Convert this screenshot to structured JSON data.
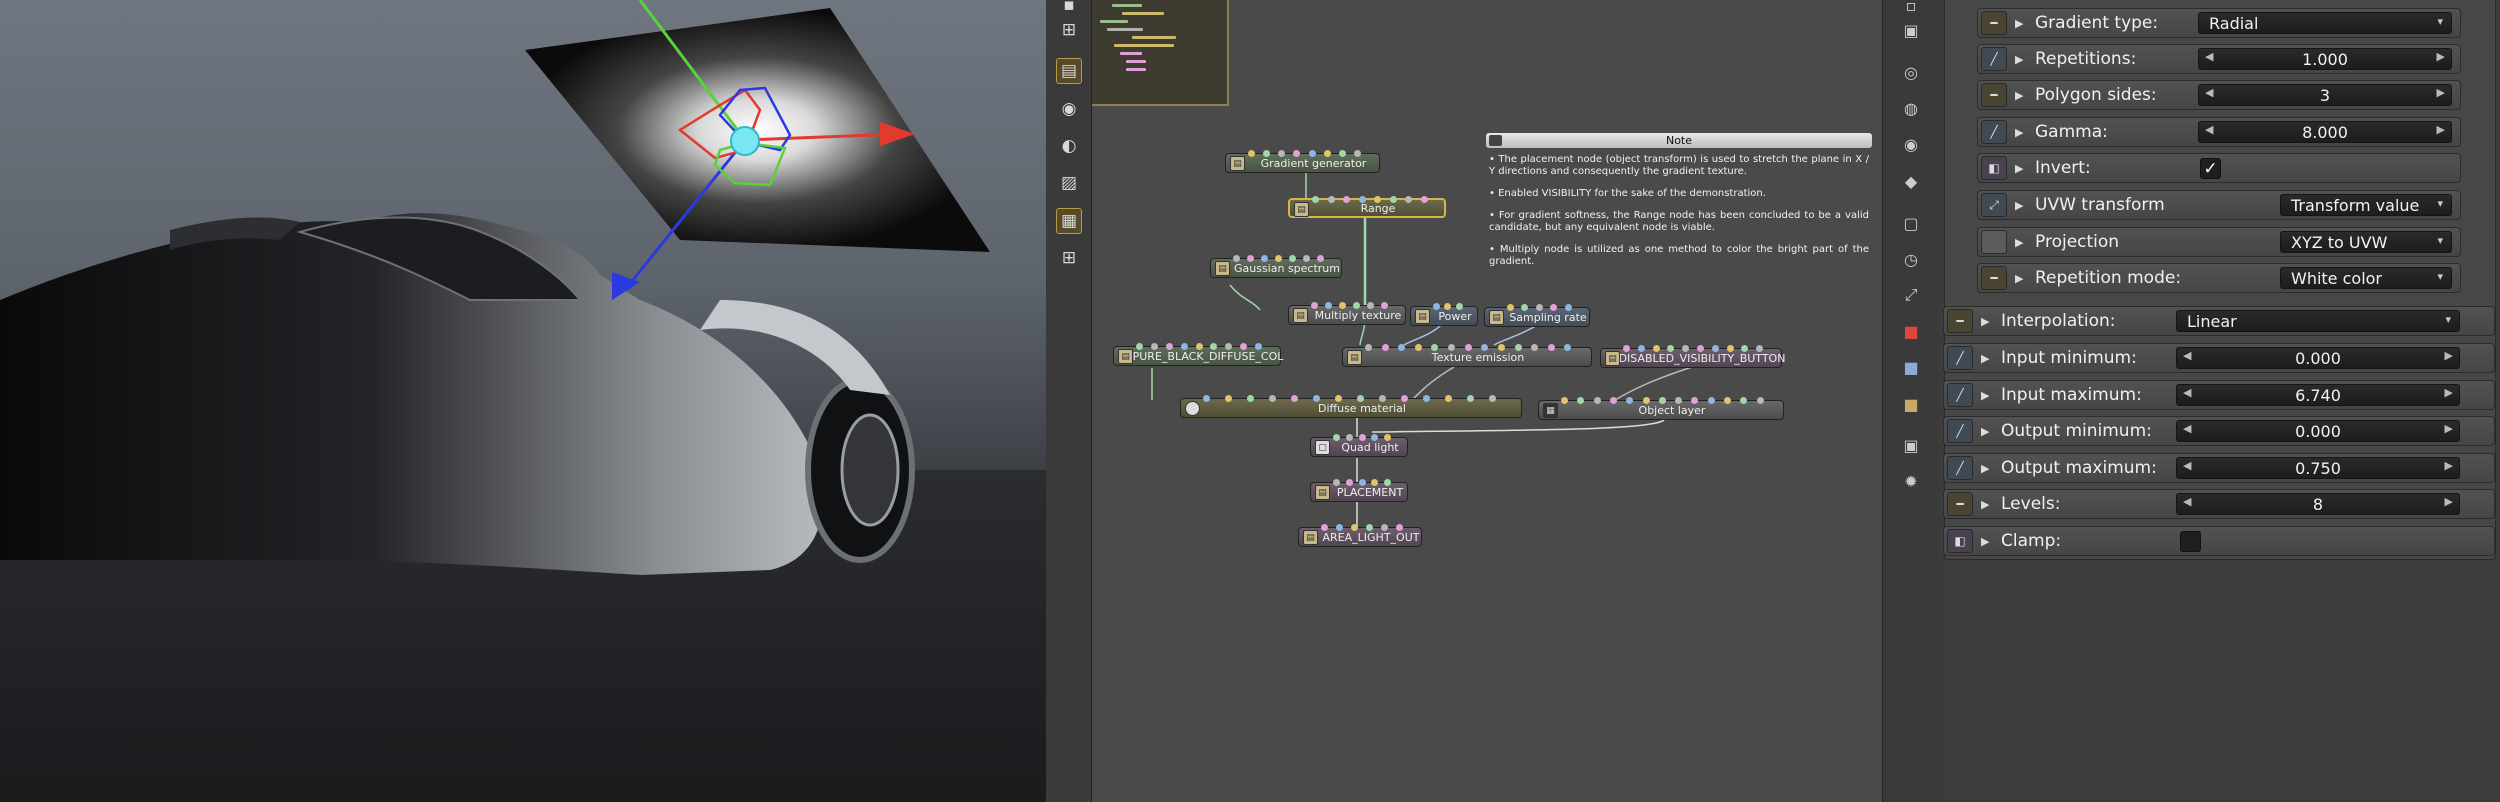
{
  "graph": {
    "note": {
      "title": "Note",
      "paragraphs": [
        "• The placement node (object transform) is used to stretch the plane in X / Y directions and consequently the gradient texture.",
        "• Enabled VISIBILITY for the sake of the demonstration.",
        "• For gradient softness, the Range node has been concluded to be a valid candidate, but any equivalent node is viable.",
        "• Multiply node is utilized as one method to color the bright part of the gradient."
      ]
    },
    "nodes": {
      "gradient_generator": "Gradient generator",
      "range": "Range",
      "gaussian_spectrum": "Gaussian spectrum",
      "multiply_texture": "Multiply texture",
      "power": "Power",
      "sampling_rate": "Sampling rate",
      "pure_black": "PURE_BLACK_DIFFUSE_COL",
      "texture_emission": "Texture emission",
      "disabled_visibility": "DISABLED_VISIBILITY_BUTTON",
      "diffuse_material": "Diffuse material",
      "object_layer": "Object layer",
      "quad_light": "Quad light",
      "placement": "PLACEMENT",
      "area_light_out": "AREA_LIGHT_OUT"
    }
  },
  "inspector": {
    "gradient_type": {
      "label": "Gradient type:",
      "value": "Radial"
    },
    "repetitions": {
      "label": "Repetitions:",
      "value": "1.000"
    },
    "polygon_sides": {
      "label": "Polygon sides:",
      "value": "3"
    },
    "gamma": {
      "label": "Gamma:",
      "value": "8.000"
    },
    "invert": {
      "label": "Invert:",
      "checked": true,
      "mark": "✓"
    },
    "uvw_transform": {
      "label": "UVW transform",
      "value": "Transform value"
    },
    "projection": {
      "label": "Projection",
      "value": "XYZ to UVW"
    },
    "repetition_mode": {
      "label": "Repetition mode:",
      "value": "White color"
    },
    "interpolation": {
      "label": "Interpolation:",
      "value": "Linear"
    },
    "input_minimum": {
      "label": "Input minimum:",
      "value": "0.000"
    },
    "input_maximum": {
      "label": "Input maximum:",
      "value": "6.740"
    },
    "output_minimum": {
      "label": "Output minimum:",
      "value": "0.000"
    },
    "output_maximum": {
      "label": "Output maximum:",
      "value": "0.750"
    },
    "levels": {
      "label": "Levels:",
      "value": "8"
    },
    "clamp": {
      "label": "Clamp:",
      "checked": false
    }
  },
  "glyphs": {
    "left_arrow": "◀",
    "right_arrow": "▶",
    "dropdown": "▾",
    "expand": "▶"
  },
  "colors": {
    "accent": "#d8b34a",
    "gizmo_x": "#e23a2c",
    "gizmo_y": "#5ad23c",
    "gizmo_z": "#2a3ae0"
  }
}
